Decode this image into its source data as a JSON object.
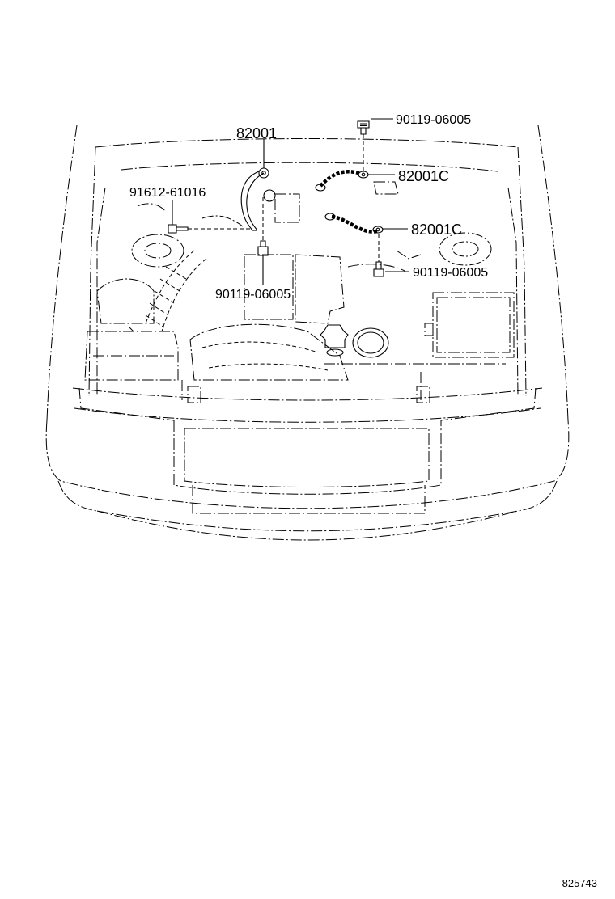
{
  "parts": {
    "p_82001": "82001",
    "p_90119_top": "90119-06005",
    "p_82001c_upper": "82001C",
    "p_91612": "91612-61016",
    "p_82001c_lower": "82001C",
    "p_90119_right": "90119-06005",
    "p_90119_center": "90119-06005"
  },
  "footer": {
    "ref_number": "825743"
  },
  "icons": {
    "bolt": "bolt-icon",
    "wire_harness": "wire-harness-icon",
    "ground_strap": "ground-strap-icon"
  }
}
